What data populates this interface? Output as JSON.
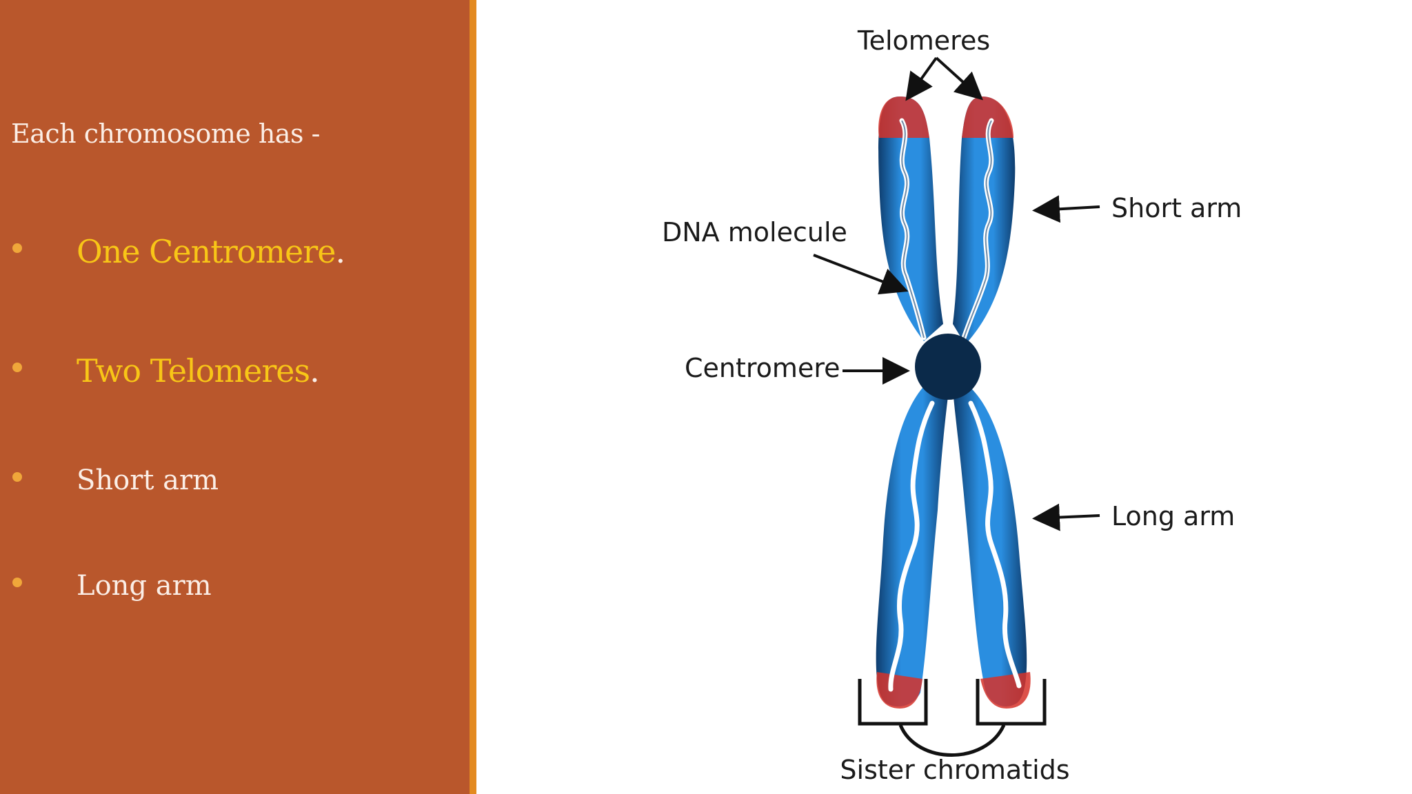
{
  "slide": {
    "intro": "Each chromosome has -",
    "bullets": [
      {
        "label": "One Centromere",
        "suffix": ".",
        "highlight": true
      },
      {
        "label": "Two Telomeres",
        "suffix": ".",
        "highlight": true
      },
      {
        "label": "Short arm",
        "suffix": "",
        "highlight": false
      },
      {
        "label": "Long arm",
        "suffix": "",
        "highlight": false
      }
    ],
    "colors": {
      "panel": "#b9572c",
      "accent_bar": "#e38a21",
      "highlight_text": "#f8c617",
      "bullet_dot": "#f0a73a",
      "body_text": "#fbeee6"
    }
  },
  "diagram": {
    "labels": {
      "telomeres": "Telomeres",
      "short_arm": "Short arm",
      "dna_molecule": "DNA molecule",
      "centromere": "Centromere",
      "long_arm": "Long arm",
      "sister_chromatids": "Sister chromatids"
    },
    "colors": {
      "chromatid": "#2a8ee0",
      "chromatid_edge": "#0e3d6e",
      "telomere_tip": "#d6322a",
      "centromere": "#0b2a4a",
      "dna_strand": "#ffffff"
    }
  }
}
